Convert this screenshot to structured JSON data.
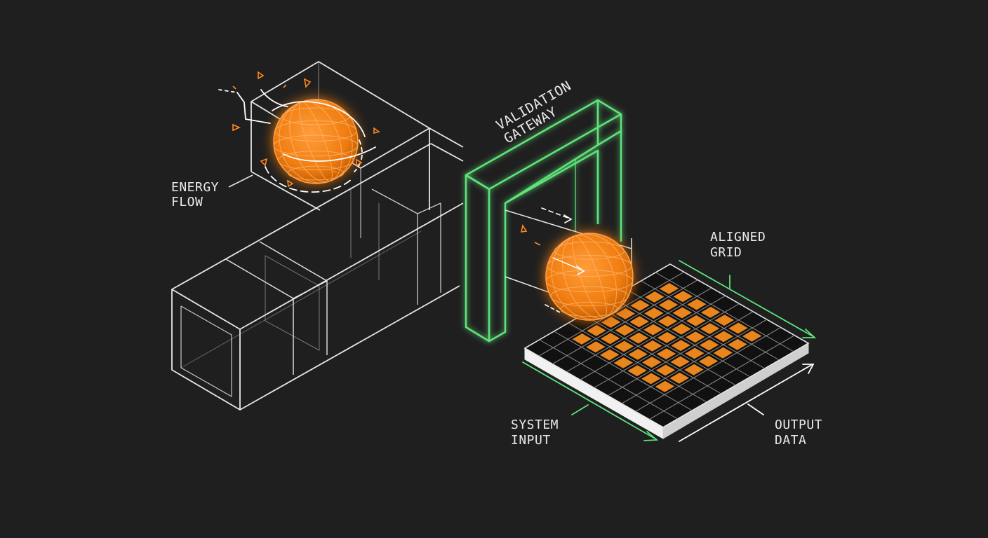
{
  "labels": {
    "energy_flow": [
      "ENERGY",
      "FLOW"
    ],
    "validation_gateway": [
      "VALIDATION",
      "GATEWAY"
    ],
    "aligned_grid": [
      "ALIGNED",
      "GRID"
    ],
    "system_input": [
      "SYSTEM",
      "INPUT"
    ],
    "output_data": [
      "OUTPUT",
      "DATA"
    ]
  },
  "colors": {
    "background": "#1f1f1f",
    "line": "#e6e6e6",
    "accent_green": "#5ee37a",
    "accent_orange": "#ff8a1e",
    "cell_orange": "#e8851c"
  },
  "icons": {
    "energy_sphere": "geodesic-sphere-icon",
    "data_sphere": "geodesic-sphere-icon",
    "flow_arrow": "arrow-right-icon"
  }
}
